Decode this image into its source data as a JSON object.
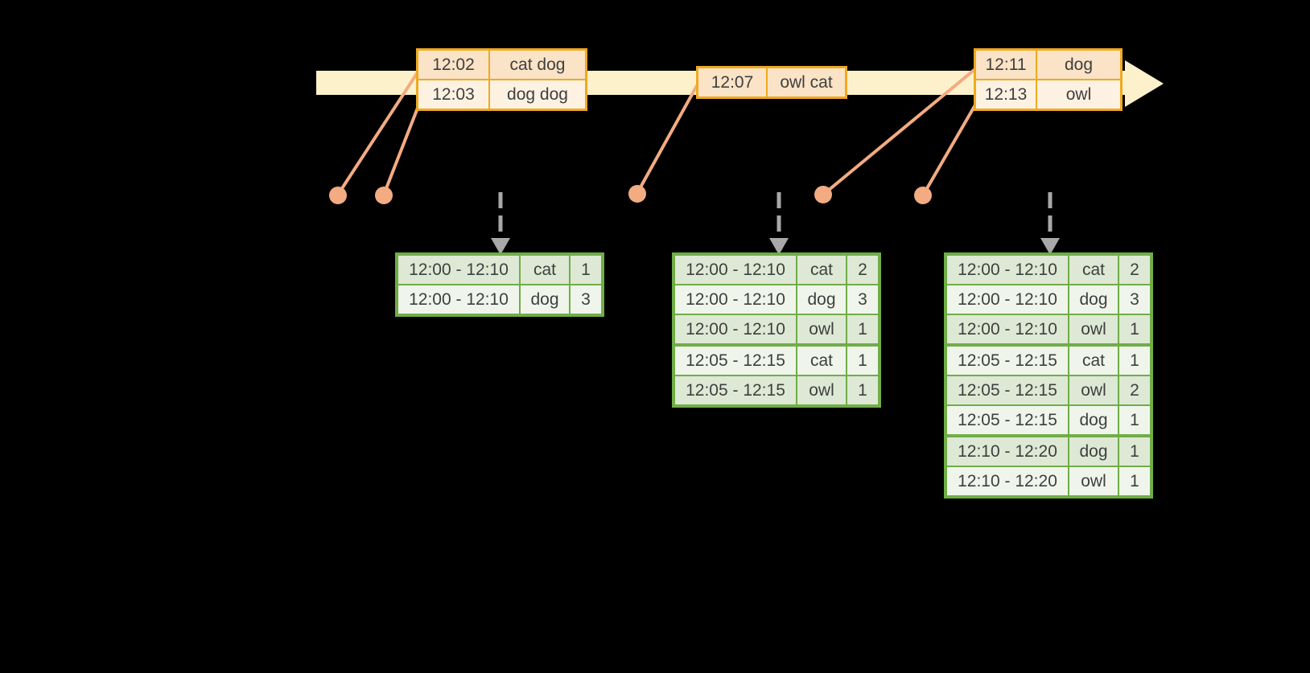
{
  "diagram_title": "",
  "event_tables": [
    {
      "rows": [
        {
          "time": "12:02",
          "words": "cat dog"
        },
        {
          "time": "12:03",
          "words": "dog dog"
        }
      ]
    },
    {
      "rows": [
        {
          "time": "12:07",
          "words": "owl cat"
        }
      ]
    },
    {
      "rows": [
        {
          "time": "12:11",
          "words": "dog"
        },
        {
          "time": "12:13",
          "words": "owl"
        }
      ]
    }
  ],
  "result_tables": [
    {
      "rows": [
        {
          "window": "12:00 - 12:10",
          "word": "cat",
          "count": "1"
        },
        {
          "window": "12:00 - 12:10",
          "word": "dog",
          "count": "3"
        }
      ]
    },
    {
      "rows": [
        {
          "window": "12:00 - 12:10",
          "word": "cat",
          "count": "2"
        },
        {
          "window": "12:00 - 12:10",
          "word": "dog",
          "count": "3"
        },
        {
          "window": "12:00 - 12:10",
          "word": "owl",
          "count": "1"
        },
        {
          "window": "12:05 - 12:15",
          "word": "cat",
          "count": "1"
        },
        {
          "window": "12:05 - 12:15",
          "word": "owl",
          "count": "1"
        }
      ]
    },
    {
      "rows": [
        {
          "window": "12:00 - 12:10",
          "word": "cat",
          "count": "2"
        },
        {
          "window": "12:00 - 12:10",
          "word": "dog",
          "count": "3"
        },
        {
          "window": "12:00 - 12:10",
          "word": "owl",
          "count": "1"
        },
        {
          "window": "12:05 - 12:15",
          "word": "cat",
          "count": "1"
        },
        {
          "window": "12:05 - 12:15",
          "word": "owl",
          "count": "2"
        },
        {
          "window": "12:05 - 12:15",
          "word": "dog",
          "count": "1"
        },
        {
          "window": "12:10 - 12:20",
          "word": "dog",
          "count": "1"
        },
        {
          "window": "12:10 - 12:20",
          "word": "owl",
          "count": "1"
        }
      ]
    },
    {
      "note": ""
    }
  ],
  "icons": {
    "timeline_arrow": "right-arrow",
    "event_marker": "dot",
    "trigger_arrow": "dashed-down-arrow"
  },
  "colors": {
    "background": "#000000",
    "timeline_band": "#fcf1cb",
    "event_table_border": "#efa920",
    "event_row_dark": "#fae3c6",
    "event_row_light": "#fdf2e2",
    "event_dot": "#f3ab81",
    "result_table_border": "#70ad47",
    "result_row_dark": "#dde9d5",
    "result_row_light": "#eff5eb",
    "trigger_arrow_gray": "#a8a8a8",
    "text": "#3f3f3f"
  }
}
